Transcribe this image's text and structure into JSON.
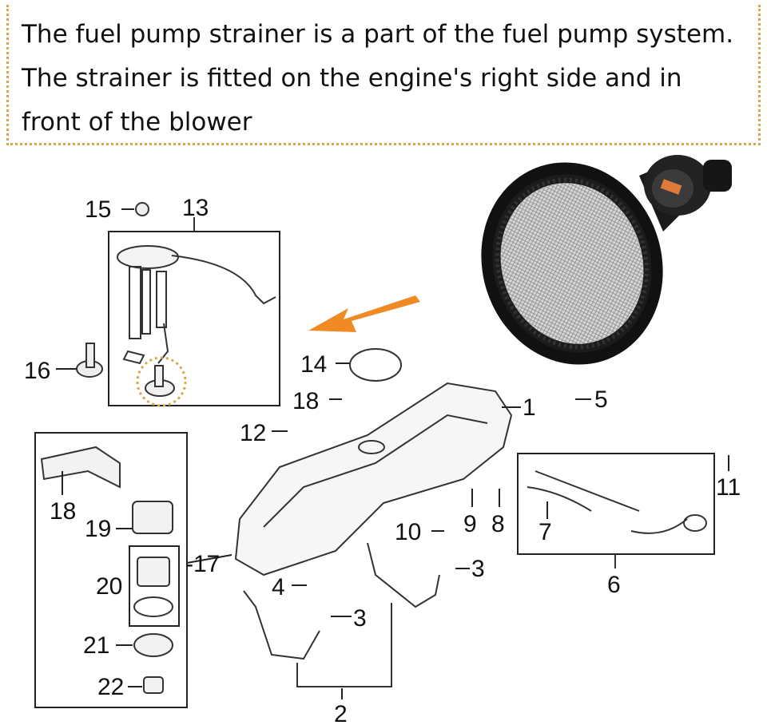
{
  "caption": {
    "line1": "The fuel pump strainer is a part of the fuel pump system.",
    "line2": "The strainer is fitted on the engine's right side and in",
    "line3": "front of the blower"
  },
  "parts": {
    "p1": "1",
    "p2": "2",
    "p3a": "3",
    "p3b": "3",
    "p4": "4",
    "p5": "5",
    "p6": "6",
    "p7": "7",
    "p8": "8",
    "p9": "9",
    "p10": "10",
    "p11": "11",
    "p12": "12",
    "p13": "13",
    "p14": "14",
    "p15": "15",
    "p16": "16",
    "p17": "-17",
    "p18a": "18",
    "p18b": "18",
    "p19": "19",
    "p20": "20",
    "p21": "21",
    "p22": "22"
  },
  "colors": {
    "border": "#d9a84a",
    "arrow": "#f08a24",
    "highlight": "#d9a84a"
  }
}
